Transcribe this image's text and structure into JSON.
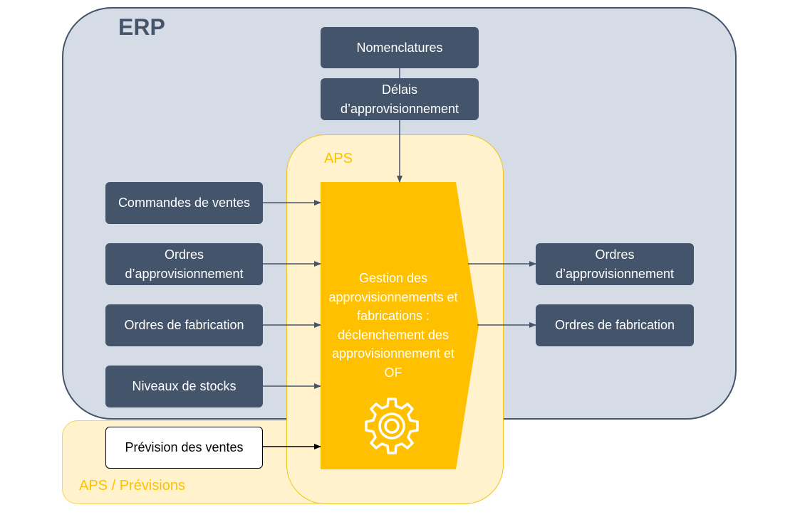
{
  "regions": {
    "erp": "ERP",
    "aps": "APS",
    "previsions": "APS / Prévisions"
  },
  "top_inputs": {
    "nomenclatures": "Nomenclatures",
    "delais": "Délais d’approvisionnement"
  },
  "left_inputs": [
    "Commandes de ventes",
    "Ordres d’approvisionnement",
    "Ordres de fabrication",
    "Niveaux de stocks"
  ],
  "forecast_input": "Prévision des ventes",
  "process": {
    "label": "Gestion des approvisionnements et fabrications : déclenchement des approvisionnement et OF",
    "icon": "gear-icon"
  },
  "outputs": [
    "Ordres d’approvisionnement",
    "Ordres de fabrication"
  ],
  "colors": {
    "erp_fill": "#d6dce5",
    "erp_border": "#44546a",
    "box_fill": "#44546a",
    "aps_fill": "#fff2cc",
    "process_fill": "#ffc000",
    "accent_text": "#ffc000"
  }
}
